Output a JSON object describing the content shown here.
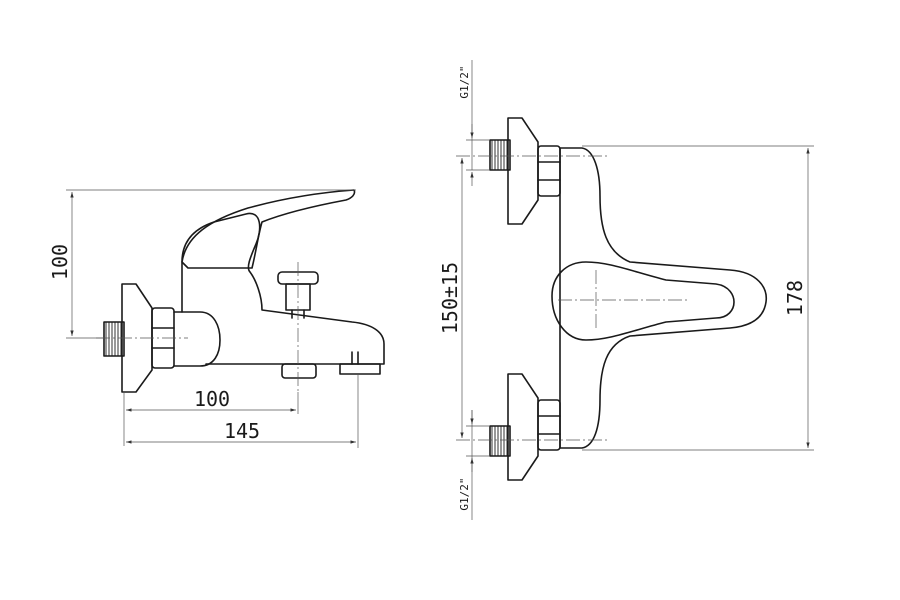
{
  "side_view": {
    "height_label": "100",
    "spout_reach_label": "100",
    "overall_width_label": "145"
  },
  "front_view": {
    "thread_top_label": "G1/2\"",
    "thread_bottom_label": "G1/2\"",
    "centers_label": "150±15",
    "overall_height_label": "178"
  }
}
